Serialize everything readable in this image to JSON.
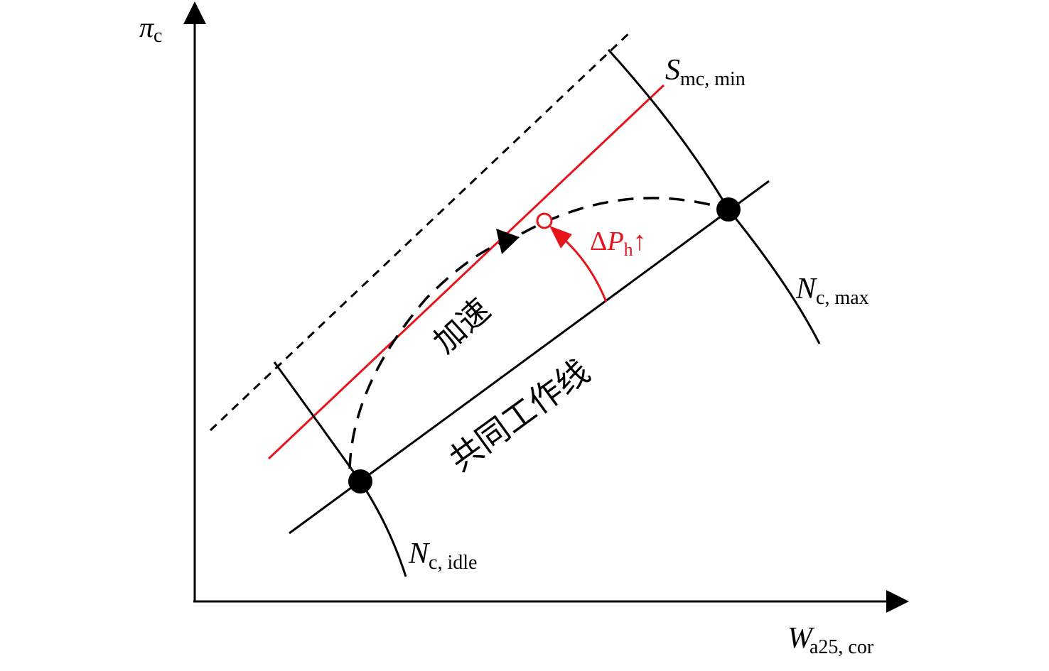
{
  "axes": {
    "y_symbol": "π",
    "y_subscript": "c",
    "x_symbol": "W",
    "x_subscript": "a25, cor"
  },
  "labels": {
    "surge_margin_symbol": "S",
    "surge_margin_subscript": "mc, min",
    "speed_max_symbol": "N",
    "speed_max_subscript": "c, max",
    "speed_idle_symbol": "N",
    "speed_idle_subscript": "c, idle",
    "delta_prefix": "Δ",
    "delta_symbol": "P",
    "delta_subscript": "h",
    "delta_arrow": "↑",
    "acceleration": "加速",
    "working_line": "共同工作线"
  },
  "colors": {
    "line": "#000000",
    "highlight": "#e8141c"
  }
}
